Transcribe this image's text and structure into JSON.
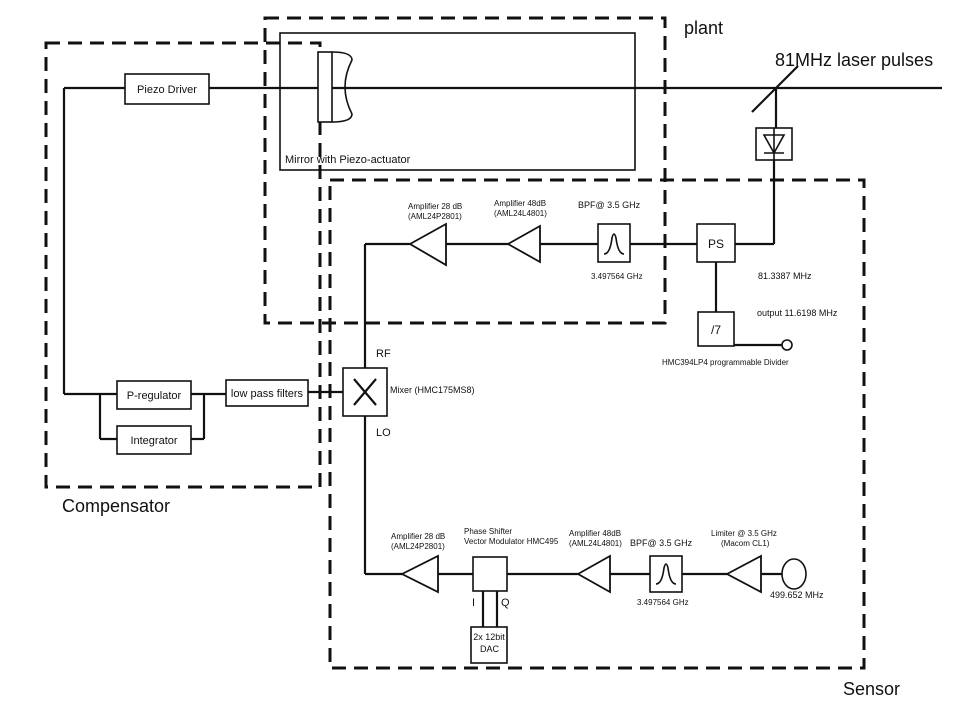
{
  "regions": {
    "plant": "plant",
    "compensator": "Compensator",
    "sensor": "Sensor"
  },
  "laser": "81MHz laser pulses",
  "compensator": {
    "piezo_driver": "Piezo Driver",
    "p_regulator": "P-regulator",
    "integrator": "Integrator",
    "low_pass": "low pass filters"
  },
  "plant": {
    "mirror_label": "Mirror with Piezo-actuator"
  },
  "sensor": {
    "top": {
      "amp1_line1": "Amplifier 28 dB",
      "amp1_line2": "(AML24P2801)",
      "amp2_line1": "Amplifier 48dB",
      "amp2_line2": "(AML24L4801)",
      "bpf": "BPF@ 3.5 GHz",
      "bpf_freq": "3.497564 GHz",
      "ps": "PS",
      "ps_freq": "81.3387 MHz",
      "divider": "/7",
      "divider_output": "output 11.6198 MHz",
      "divider_label": "HMC394LP4 programmable Divider"
    },
    "mixer": {
      "label": "Mixer (HMC175MS8)",
      "rf": "RF",
      "lo": "LO"
    },
    "bottom": {
      "amp1_line1": "Amplifier 28 dB",
      "amp1_line2": "(AML24P2801)",
      "shifter_line1": "Phase Shifter",
      "shifter_line2": "Vector Modulator HMC495",
      "i": "I",
      "q": "Q",
      "dac_line1": "2x 12bit",
      "dac_line2": "DAC",
      "amp2_line1": "Amplifier 48dB",
      "amp2_line2": "(AML24L4801)",
      "bpf": "BPF@ 3.5 GHz",
      "bpf_freq": "3.497564 GHz",
      "limiter_line1": "Limiter @ 3.5 GHz",
      "limiter_line2": "(Macom CL1)",
      "source_freq": "499.652 MHz"
    }
  }
}
